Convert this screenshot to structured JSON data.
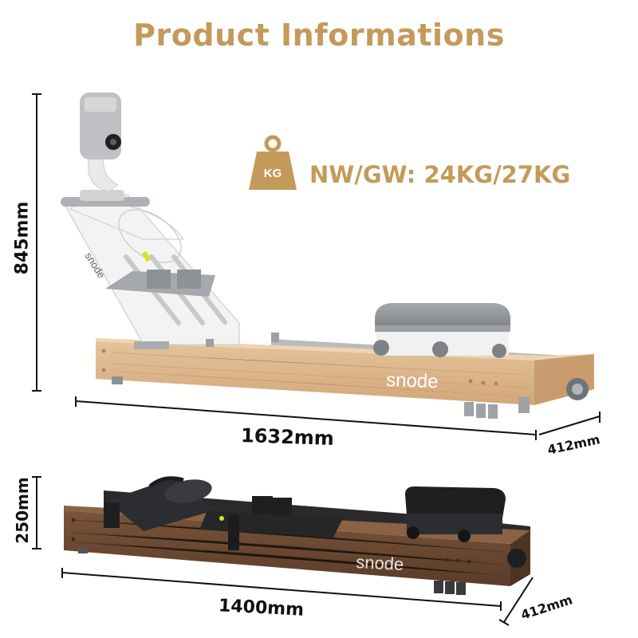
{
  "title": "Product Informations",
  "weight": {
    "icon_label": "KG",
    "text": "NW/GW:  24KG/27KG",
    "icon": "weight-kg-icon"
  },
  "machine_light": {
    "brand": "snode",
    "height": "845mm",
    "length": "1632mm",
    "width": "412mm"
  },
  "machine_dark": {
    "brand": "snode",
    "height": "250mm",
    "length": "1400mm",
    "width": "412mm"
  },
  "colors": {
    "gold": "#C49A5A",
    "light_wood": "#DDB58A",
    "dark_wood": "#6E4A33",
    "seat_grey": "#8F9397",
    "seat_black": "#1E1F21"
  }
}
